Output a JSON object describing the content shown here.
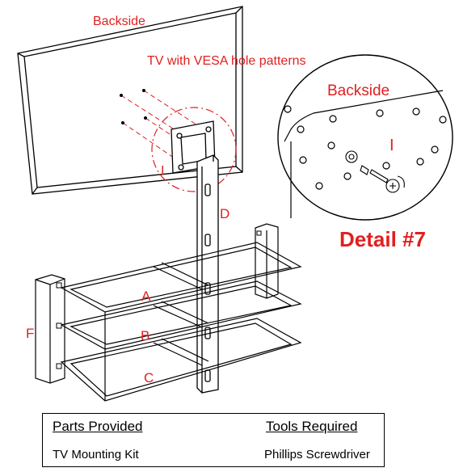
{
  "labels": {
    "backside_main": "Backside",
    "tv_vesa": "TV with VESA hole patterns",
    "backside_detail": "Backside",
    "detail_title": "Detail #7",
    "detail_marker": "I",
    "main_marker": "I",
    "part_d": "D",
    "part_a": "A",
    "part_b": "B",
    "part_c": "C",
    "part_f": "F"
  },
  "parts_table": {
    "parts_header": "Parts Provided",
    "tools_header": "Tools Required",
    "parts_value": "TV Mounting Kit",
    "tools_value": "Phillips Screwdriver"
  },
  "colors": {
    "label_red": "#e02020",
    "line": "#000000"
  }
}
